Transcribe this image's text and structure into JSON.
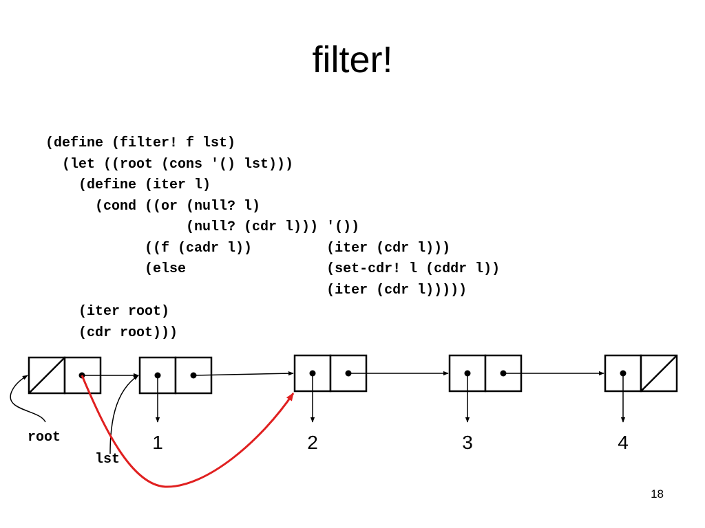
{
  "title": "filter!",
  "code_lines": [
    "(define (filter! f lst)",
    "  (let ((root (cons '() lst)))",
    "    (define (iter l)",
    "      (cond ((or (null? l)",
    "                 (null? (cdr l))) '())",
    "            ((f (cadr l))         (iter (cdr l)))",
    "            (else                 (set-cdr! l (cddr l))",
    "                                  (iter (cdr l)))))",
    "    (iter root)",
    "    (cdr root)))"
  ],
  "diagram": {
    "pointer_labels": {
      "root": "root",
      "lst": "lst"
    },
    "elements": [
      "1",
      "2",
      "3",
      "4"
    ],
    "colors": {
      "ink": "#000000",
      "highlight_arrow": "#e02020"
    }
  },
  "page_number": "18"
}
